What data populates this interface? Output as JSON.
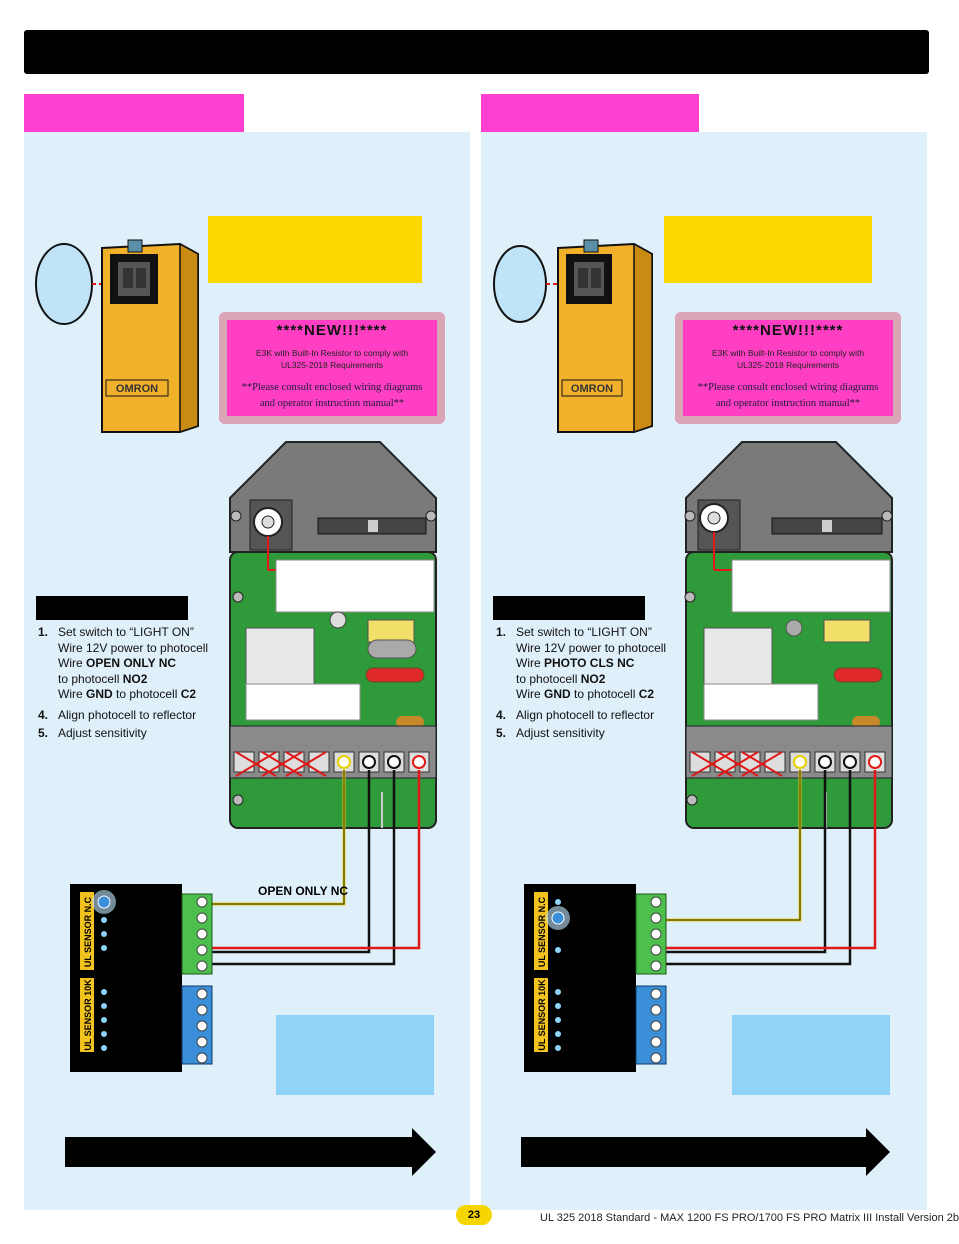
{
  "page": {
    "number": "23",
    "footer": "UL 325 2018 Standard - MAX 1200 FS PRO/1700 FS PRO Matrix III Install Version 2b"
  },
  "panels": [
    {
      "label_card": {
        "title": "****NEW!!!****",
        "line1": "E3K with Built-In Resistor to comply with",
        "line2": "UL325-2018 Requirements",
        "note1": "**Please consult enclosed wiring diagrams",
        "note2": "and operator instruction manual**"
      },
      "photocell_brand": "OMRON",
      "steps": [
        {
          "num": "1.",
          "text": "Set switch to “LIGHT ON”"
        },
        {
          "text": "Wire 12V power to photocell"
        },
        {
          "pre": "Wire ",
          "bold": "OPEN ONLY NC",
          "post": ""
        },
        {
          "pre": "to   photocell  ",
          "bold": "NO2",
          "post": ""
        },
        {
          "pre": "Wire ",
          "bold": "GND",
          "mid": " to photocell  ",
          "bold2": "C2"
        },
        {
          "num": "4.",
          "text": "Align photocell to reflector"
        },
        {
          "num": "5.",
          "text": "Adjust sensitivity"
        }
      ],
      "sensor_labels": [
        "UL SENSOR N.C",
        "UL SENSOR 10K"
      ],
      "wire_label": "OPEN ONLY NC"
    },
    {
      "label_card": {
        "title": "****NEW!!!****",
        "line1": "E3K with Built-In Resistor to comply with",
        "line2": "UL325-2018 Requirements",
        "note1": "**Please consult enclosed wiring diagrams",
        "note2": "and operator instruction manual**"
      },
      "photocell_brand": "OMRON",
      "steps": [
        {
          "num": "1.",
          "text": "Set switch to “LIGHT ON”"
        },
        {
          "text": "Wire 12V power to photocell"
        },
        {
          "pre": "Wire ",
          "bold": "PHOTO CLS NC",
          "post": ""
        },
        {
          "pre": "to   photocell  ",
          "bold": "NO2",
          "post": ""
        },
        {
          "pre": "Wire ",
          "bold": "GND",
          "mid": " to photocell  ",
          "bold2": "C2"
        },
        {
          "num": "4.",
          "text": "Align photocell to reflector"
        },
        {
          "num": "5.",
          "text": "Adjust sensitivity"
        }
      ],
      "sensor_labels": [
        "UL SENSOR N.C",
        "UL SENSOR 10K"
      ],
      "wire_label": ""
    }
  ],
  "colors": {
    "tab_pink": "#ff3fd0",
    "panel_bg": "#dff0fb",
    "highlight_yellow": "#fbd800",
    "info_blue": "#8fd4f8",
    "pcb_green": "#2f9a3a",
    "wire_red": "#e01818",
    "wire_yellow": "#e6d200"
  }
}
